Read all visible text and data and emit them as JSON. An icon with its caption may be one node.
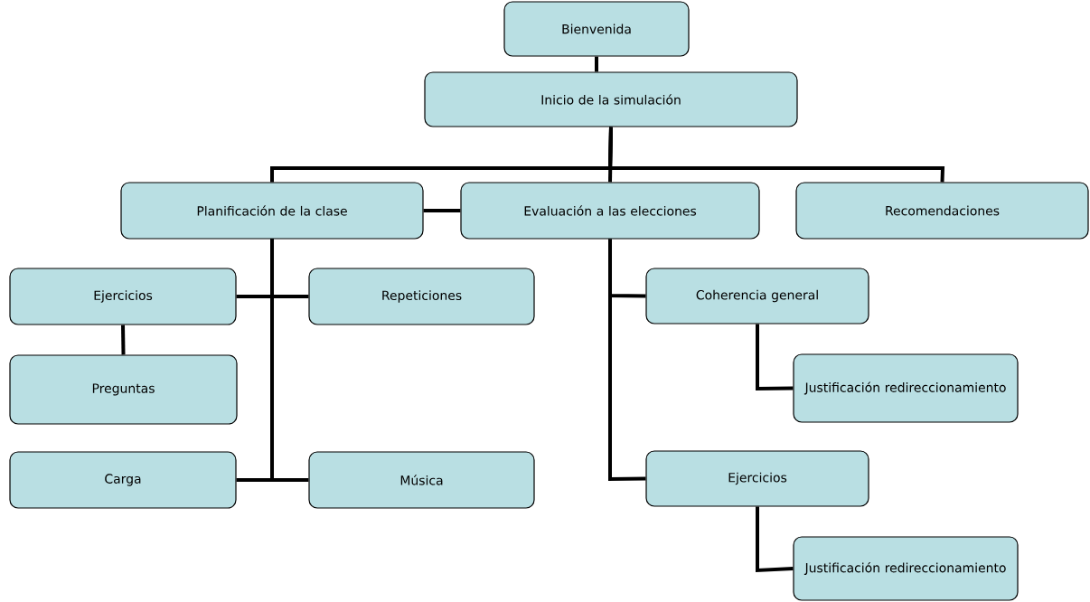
{
  "diagram": {
    "nodes": [
      {
        "text": [
          "Bienvenida"
        ]
      },
      {
        "text": [
          "Inicio de la simulación"
        ]
      },
      {
        "text": [
          "Planificación de la clase"
        ]
      },
      {
        "text": [
          "Evaluación a las elecciones"
        ]
      },
      {
        "text": [
          "Recomendaciones"
        ]
      },
      {
        "text": [
          "Ejercicios"
        ]
      },
      {
        "text": [
          "Repeticiones"
        ]
      },
      {
        "text": [
          "Preguntas"
        ]
      },
      {
        "text": [
          "Carga"
        ]
      },
      {
        "text": [
          "Música"
        ]
      },
      {
        "text": [
          "Coherencia general"
        ]
      },
      {
        "text": [
          "Justificación redireccionamiento"
        ]
      },
      {
        "text": [
          "Ejercicios"
        ]
      },
      {
        "text": [
          "Justificación redireccionamiento"
        ]
      }
    ],
    "edges": [
      {
        "from": 0,
        "to": 1,
        "arrow": "none"
      },
      {
        "from": 1,
        "to": 2,
        "arrow": "none"
      },
      {
        "from": 1,
        "to": 3,
        "arrow": "none"
      },
      {
        "from": 1,
        "to": 4,
        "arrow": "none"
      },
      {
        "from": 2,
        "to": 3,
        "arrow": "none"
      },
      {
        "from": 2,
        "to": 5,
        "arrow": "none"
      },
      {
        "from": 2,
        "to": 6,
        "arrow": "none"
      },
      {
        "from": 5,
        "to": 7,
        "arrow": "none"
      },
      {
        "from": 2,
        "to": 8,
        "arrow": "none"
      },
      {
        "from": 2,
        "to": 9,
        "arrow": "none"
      },
      {
        "from": 3,
        "to": 10,
        "arrow": "none"
      },
      {
        "from": 10,
        "to": 11,
        "arrow": "none"
      },
      {
        "from": 3,
        "to": 12,
        "arrow": "none"
      },
      {
        "from": 12,
        "to": 13,
        "arrow": "none"
      }
    ]
  }
}
